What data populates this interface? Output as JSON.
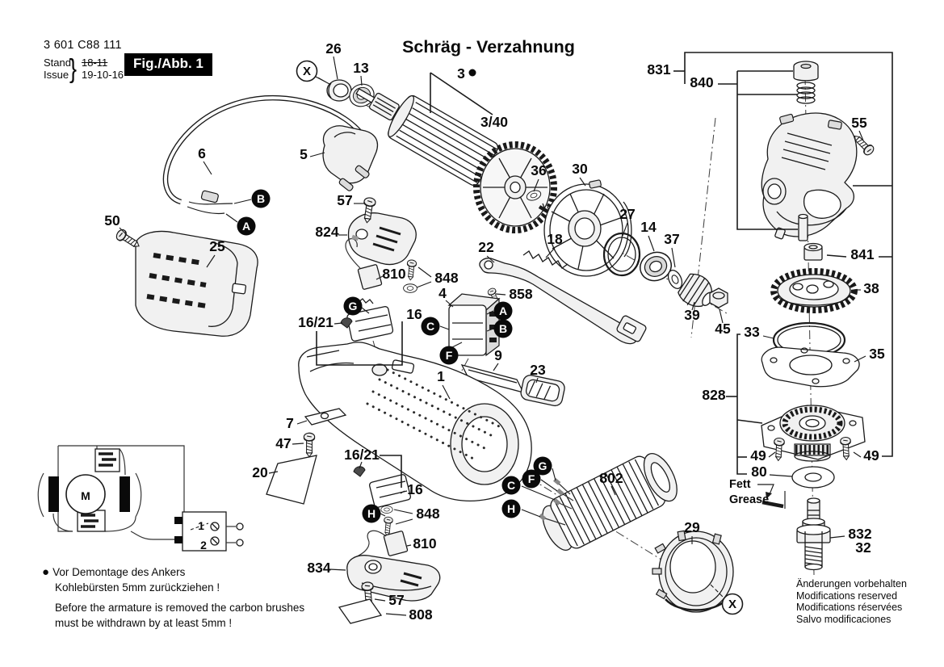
{
  "header": {
    "part_number": "3 601 C88 111",
    "stand_label": "Stand",
    "issue_label": "Issue",
    "brace": "}",
    "stand_value": "18-11",
    "issue_value": "19-10-16",
    "fig_label": "Fig./Abb. 1"
  },
  "title": "Schräg - Verzahnung",
  "labels": {
    "n1": "1",
    "n3": "3",
    "n3_40": "3/40",
    "n4": "4",
    "n5": "5",
    "n6": "6",
    "n7": "7",
    "n9": "9",
    "n13": "13",
    "n14": "14",
    "n16": "16",
    "n16_21": "16/21",
    "n18": "18",
    "n20": "20",
    "n22": "22",
    "n23": "23",
    "n25": "25",
    "n26": "26",
    "n27": "27",
    "n29": "29",
    "n30": "30",
    "n32": "32",
    "n33": "33",
    "n35": "35",
    "n36": "36",
    "n37": "37",
    "n38": "38",
    "n39": "39",
    "n45": "45",
    "n47": "47",
    "n49": "49",
    "n50": "50",
    "n55": "55",
    "n57": "57",
    "n80": "80",
    "n802": "802",
    "n808": "808",
    "n810": "810",
    "n824": "824",
    "n828": "828",
    "n831": "831",
    "n832": "832",
    "n834": "834",
    "n840": "840",
    "n841": "841",
    "n848": "848",
    "n858": "858"
  },
  "letters": {
    "A": "A",
    "B": "B",
    "C": "C",
    "F": "F",
    "G": "G",
    "H": "H",
    "X": "X"
  },
  "grease": {
    "de": "Fett",
    "en": "Grease"
  },
  "inset": {
    "motor": "M",
    "terminal_1": "1",
    "terminal_2": "2"
  },
  "note": {
    "bullet": "●",
    "de_line1": "Vor Demontage des Ankers",
    "de_line2": "Kohlebürsten 5mm zurückziehen !",
    "en_line1": "Before the armature is removed the carbon brushes",
    "en_line2": "must be withdrawn by at least 5mm !"
  },
  "footer": {
    "line1": "Änderungen vorbehalten",
    "line2": "Modifications reserved",
    "line3": "Modifications réservées",
    "line4": "Salvo modificaciones"
  }
}
